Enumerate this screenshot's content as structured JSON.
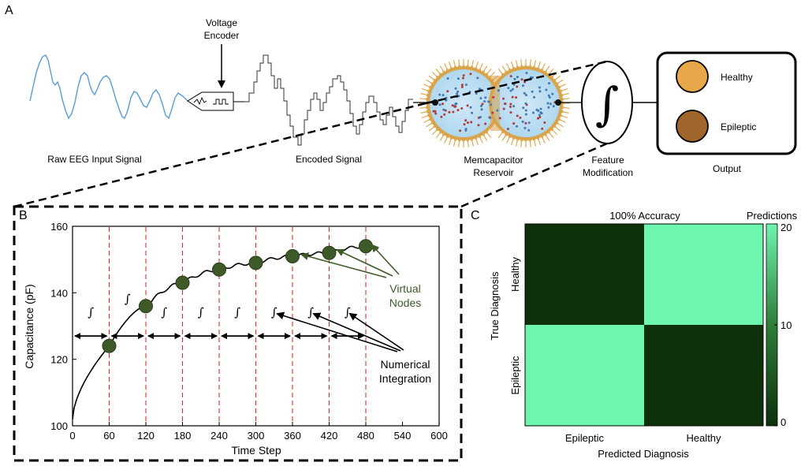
{
  "panel_a": {
    "label": "A",
    "encoder_title_1": "Voltage",
    "encoder_title_2": "Encoder",
    "raw_label": "Raw EEG Input Signal",
    "encoded_label": "Encoded Signal",
    "reservoir_label_1": "Memcapacitor",
    "reservoir_label_2": "Reservoir",
    "feature_label_1": "Feature",
    "feature_label_2": "Modification",
    "integral_symbol": "∫",
    "output_title": "Output",
    "outputs": [
      {
        "label": "Healthy",
        "color": "#E8A84A"
      },
      {
        "label": "Epileptic",
        "color": "#A0652A"
      }
    ],
    "signal_color": "#5B9BD5"
  },
  "panel_b": {
    "label": "B",
    "chart_data": {
      "type": "line",
      "xlabel": "Time Step",
      "ylabel": "Capacitance (pF)",
      "xlim": [
        0,
        600
      ],
      "ylim": [
        100,
        160
      ],
      "xticks": [
        0,
        60,
        120,
        180,
        240,
        300,
        360,
        420,
        480,
        540,
        600
      ],
      "yticks": [
        100,
        120,
        140,
        160
      ],
      "virtual_node_x": [
        60,
        120,
        180,
        240,
        300,
        360,
        420,
        480
      ],
      "virtual_node_y": [
        124,
        136,
        143,
        147,
        149,
        151,
        152,
        154
      ],
      "curve_end_x": 500,
      "annotations": {
        "virtual_nodes_1": "Virtual",
        "virtual_nodes_2": "Nodes",
        "integration_1": "Numerical",
        "integration_2": "Integration",
        "integral_symbol": "∫"
      },
      "node_color": "#3E5A28",
      "divider_color": "#D9342B"
    }
  },
  "panel_c": {
    "label": "C",
    "chart_data": {
      "type": "heatmap",
      "title": "100% Accuracy",
      "xlabel": "Predicted Diagnosis",
      "ylabel": "True Diagnosis",
      "x_categories": [
        "Epileptic",
        "Healthy"
      ],
      "y_categories": [
        "Healthy",
        "Epileptic"
      ],
      "values": [
        [
          0,
          20
        ],
        [
          20,
          0
        ]
      ],
      "colorbar_title": "Predictions",
      "colorbar_ticks": [
        0,
        10,
        20
      ],
      "color_low": "#0E300B",
      "color_high": "#6EF5B0"
    }
  }
}
